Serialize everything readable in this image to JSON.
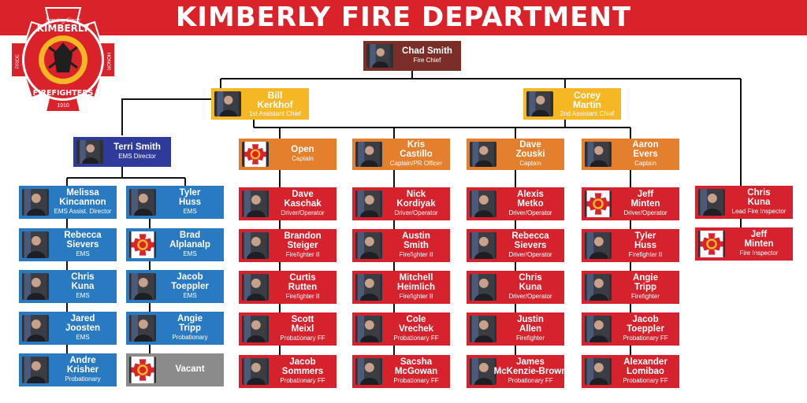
{
  "header": {
    "title": "KIMBERLY FIRE DEPARTMENT"
  },
  "logo": {
    "top_text": "Serving Since",
    "name": "KIMBERLY",
    "left_text": "PRIDE",
    "right_text": "HONOR",
    "bottom_text": "FIREFIGHTERS",
    "year": "1910"
  },
  "colors": {
    "banner": "#d9222a",
    "chief": "#7a2e27",
    "assistant": "#f6b724",
    "ems_director": "#2f3b9a",
    "ems": "#2a7ac2",
    "captain": "#e47f2d",
    "firefighter": "#d5222c",
    "vacant": "#8b8b8b"
  },
  "chart": {
    "chief": {
      "name": "Chad Smith",
      "role": "Fire Chief"
    },
    "assistants": [
      {
        "name1": "Bill",
        "name2": "Kerkhof",
        "role": "1st Assistant Chief"
      },
      {
        "name1": "Corey",
        "name2": "Martin",
        "role": "2nd Assistant Chief"
      }
    ],
    "ems_director": {
      "name": "Terri Smith",
      "role": "EMS Director"
    },
    "ems_left": [
      {
        "name1": "Melissa",
        "name2": "Kincannon",
        "role": "EMS Assist. Director"
      },
      {
        "name1": "Rebecca",
        "name2": "Sievers",
        "role": "EMS"
      },
      {
        "name1": "Chris",
        "name2": "Kuna",
        "role": "EMS"
      },
      {
        "name1": "Jared",
        "name2": "Joosten",
        "role": "EMS"
      },
      {
        "name1": "Andre",
        "name2": "Krisher",
        "role": "Probationary"
      }
    ],
    "ems_right": [
      {
        "name1": "Tyler",
        "name2": "Huss",
        "role": "EMS"
      },
      {
        "name1": "Brad",
        "name2": "Alplanalp",
        "role": "EMS"
      },
      {
        "name1": "Jacob",
        "name2": "Toeppler",
        "role": "EMS"
      },
      {
        "name1": "Angie",
        "name2": "Tripp",
        "role": "Probationary"
      },
      {
        "name1": "Vacant",
        "name2": "",
        "role": ""
      }
    ],
    "captains": [
      {
        "name1": "Open",
        "name2": "",
        "role": "Captain"
      },
      {
        "name1": "Kris",
        "name2": "Castillo",
        "role": "Captain/PR Officer"
      },
      {
        "name1": "Dave",
        "name2": "Zouski",
        "role": "Captain"
      },
      {
        "name1": "Aaron",
        "name2": "Evers",
        "role": "Captain"
      }
    ],
    "crews": [
      [
        {
          "name1": "Dave",
          "name2": "Kaschak",
          "role": "Driver/Operator"
        },
        {
          "name1": "Brandon",
          "name2": "Steiger",
          "role": "Firefighter II"
        },
        {
          "name1": "Curtis",
          "name2": "Rutten",
          "role": "Firefighter II"
        },
        {
          "name1": "Scott",
          "name2": "Meixl",
          "role": "Probationary FF"
        },
        {
          "name1": "Jacob",
          "name2": "Sommers",
          "role": "Probationary FF"
        }
      ],
      [
        {
          "name1": "Nick",
          "name2": "Kordiyak",
          "role": "Driver/Operator"
        },
        {
          "name1": "Austin",
          "name2": "Smith",
          "role": "Firefighter II"
        },
        {
          "name1": "Mitchell",
          "name2": "Heimlich",
          "role": "Firefighter II"
        },
        {
          "name1": "Cole",
          "name2": "Vrechek",
          "role": "Probationary FF"
        },
        {
          "name1": "Sacsha",
          "name2": "McGowan",
          "role": "Probationary FF"
        }
      ],
      [
        {
          "name1": "Alexis",
          "name2": "Metko",
          "role": "Driver/Operator"
        },
        {
          "name1": "Rebecca",
          "name2": "Sievers",
          "role": "Driver/Operator"
        },
        {
          "name1": "Chris",
          "name2": "Kuna",
          "role": "Driver/Operator"
        },
        {
          "name1": "Justin",
          "name2": "Allen",
          "role": "Firefighter"
        },
        {
          "name1": "James",
          "name2": "McKenzie-Brown",
          "role": "Probationary FF"
        }
      ],
      [
        {
          "name1": "Jeff",
          "name2": "Minten",
          "role": "Driver/Operator"
        },
        {
          "name1": "Tyler",
          "name2": "Huss",
          "role": "Firefighter II"
        },
        {
          "name1": "Angie",
          "name2": "Tripp",
          "role": "Firefighter"
        },
        {
          "name1": "Jacob",
          "name2": "Toeppler",
          "role": "Probationary FF"
        },
        {
          "name1": "Alexander",
          "name2": "Lomibao",
          "role": "Probationary FF"
        }
      ]
    ],
    "inspectors": [
      {
        "name1": "Chris",
        "name2": "Kuna",
        "role": "Lead Fire Inspector"
      },
      {
        "name1": "Jeff",
        "name2": "Minten",
        "role": "Fire Inspector"
      }
    ]
  }
}
